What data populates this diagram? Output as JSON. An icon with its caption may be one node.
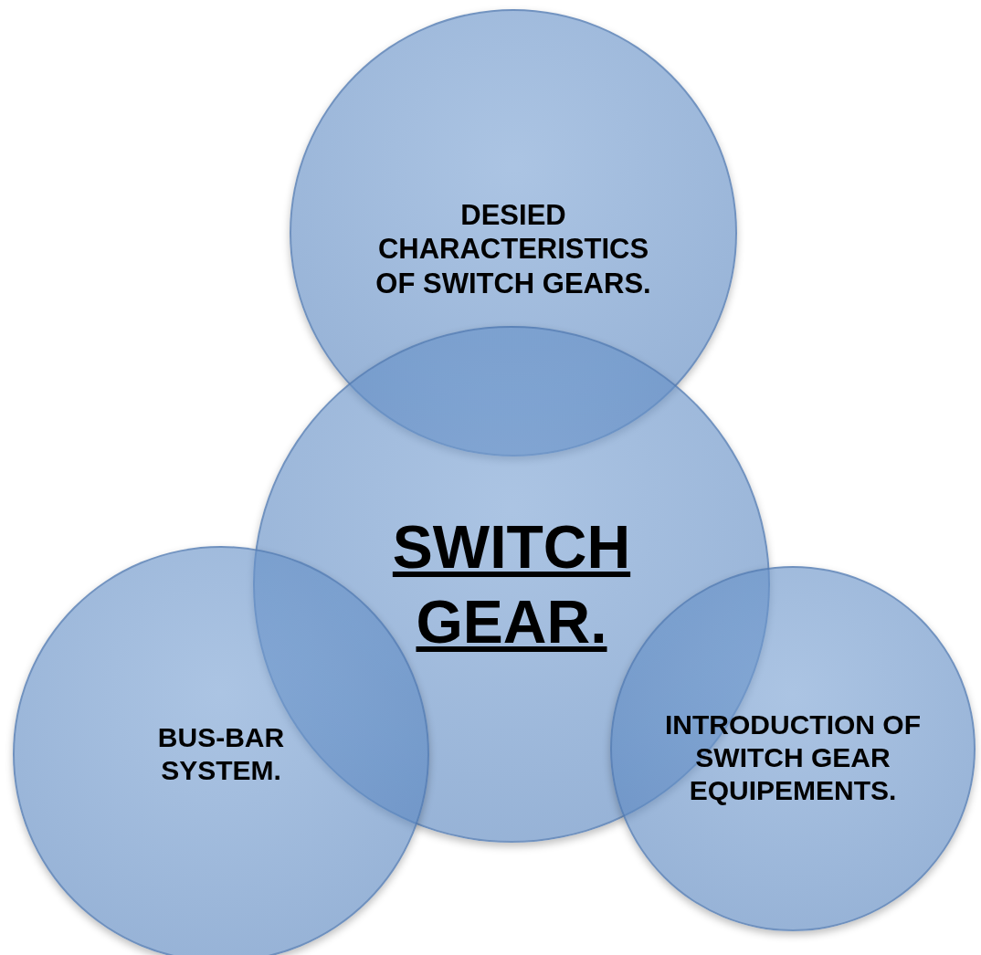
{
  "diagram": {
    "nodes": [
      {
        "text": [
          "DESIED CHARACTERISTICS OF SWITCH GEARS."
        ]
      },
      {
        "text": [
          "SWITCH GEAR."
        ]
      },
      {
        "text": [
          "BUS-BAR SYSTEM."
        ]
      },
      {
        "text": [
          "INTRODUCTION OF SWITCH GEAR EQUIPEMENTS."
        ]
      }
    ]
  }
}
